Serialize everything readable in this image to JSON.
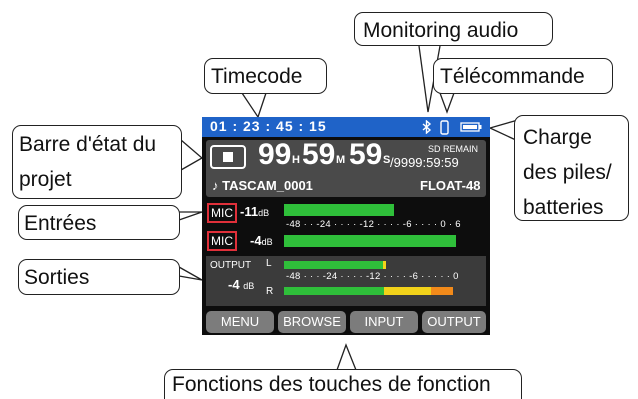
{
  "callouts": {
    "monitoring": "Monitoring audio",
    "timecode": "Timecode",
    "telecommande": "Télécommande",
    "project_status_1": "Barre d'état du",
    "project_status_2": "projet",
    "battery_1": "Charge",
    "battery_2": "des piles/",
    "battery_3": "batteries",
    "inputs": "Entrées",
    "outputs": "Sorties",
    "function_keys": "Fonctions des touches de fonction"
  },
  "screen": {
    "status_bar": {
      "timecode": "01 : 23 : 45 : 15",
      "icons": [
        "bluetooth-icon",
        "remote-icon",
        "battery-icon"
      ]
    },
    "project": {
      "hours": "99",
      "hours_unit": "H",
      "minutes": "59",
      "minutes_unit": "M",
      "seconds": "59",
      "seconds_unit": "S",
      "sd_remain_label": "SD REMAIN",
      "remain_time": "/9999:59:59",
      "project_name": "♪ TASCAM_0001",
      "format": "FLOAT-48",
      "transport_state": "stop"
    },
    "inputs": [
      {
        "label": "MIC",
        "level": "-11",
        "unit": "dB",
        "meter_fraction": 0.55
      },
      {
        "label": "MIC",
        "level": "-4",
        "unit": "dB",
        "meter_fraction": 0.86
      }
    ],
    "input_scale": "-48 · · -24 · · · · -12 · · · · -6 · · · · 0 · 6",
    "output": {
      "label": "OUTPUT",
      "level": "-4",
      "unit": "dB",
      "channel_l": "L",
      "channel_r": "R",
      "scale": "-48 · · · -24 · · · · -12 · · · · -6 · · · · · 0",
      "meter_l_fraction": 0.52,
      "meter_r_fraction": 0.88,
      "meter_colors": {
        "green": "#2fbf3a",
        "yellow": "#f2d21a",
        "orange": "#f28a1a"
      }
    },
    "softkeys": [
      "MENU",
      "BROWSE",
      "INPUT",
      "OUTPUT"
    ]
  },
  "colors": {
    "status_bar": "#1f63c8",
    "screen_bg": "#0d0d0d",
    "mic_border": "#e0303a",
    "meter": "#2fbf3a"
  }
}
